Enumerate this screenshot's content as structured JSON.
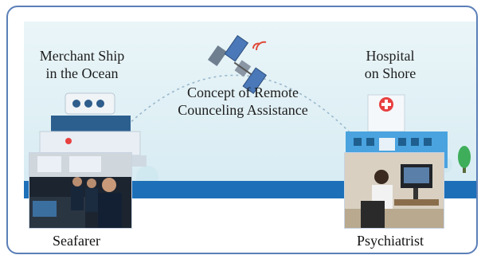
{
  "diagram": {
    "ship_label_line1": "Merchant Ship",
    "ship_label_line2": "in the Ocean",
    "concept_label_line1": "Concept of Remote",
    "concept_label_line2": "Counceling Assistance",
    "hospital_label_line1": "Hospital",
    "hospital_label_line2": "on Shore",
    "left_caption": "Seafarer",
    "right_caption": "Psychiatrist"
  },
  "icons": {
    "satellite": "satellite-icon",
    "ship": "merchant-ship-icon",
    "hospital": "hospital-icon",
    "tree": "tree-icon"
  },
  "colors": {
    "border": "#5b7fb8",
    "sky": "#e6f3f7",
    "sea": "#1d70b8",
    "hospital_blue": "#4aa3df",
    "cross_red": "#e84040"
  }
}
